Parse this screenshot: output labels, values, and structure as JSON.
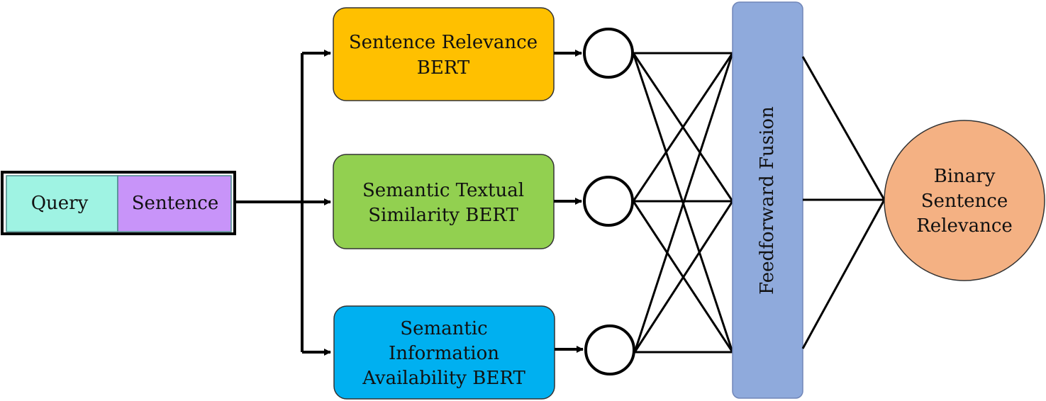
{
  "input": {
    "query_label": "Query",
    "sentence_label": "Sentence",
    "query_color": "#9ff3e3",
    "sentence_color": "#c894f9"
  },
  "models": [
    {
      "lines": [
        "Sentence Relevance",
        "BERT"
      ],
      "color": "#ffc000"
    },
    {
      "lines": [
        "Semantic Textual",
        "Similarity BERT"
      ],
      "color": "#92d050"
    },
    {
      "lines": [
        "Semantic",
        "Information",
        "Availability BERT"
      ],
      "color": "#00b0f0"
    }
  ],
  "fusion": {
    "label": "Feedforward Fusion",
    "color": "#8faadc"
  },
  "output": {
    "lines": [
      "Binary",
      "Sentence",
      "Relevance"
    ],
    "color": "#f4b183"
  }
}
